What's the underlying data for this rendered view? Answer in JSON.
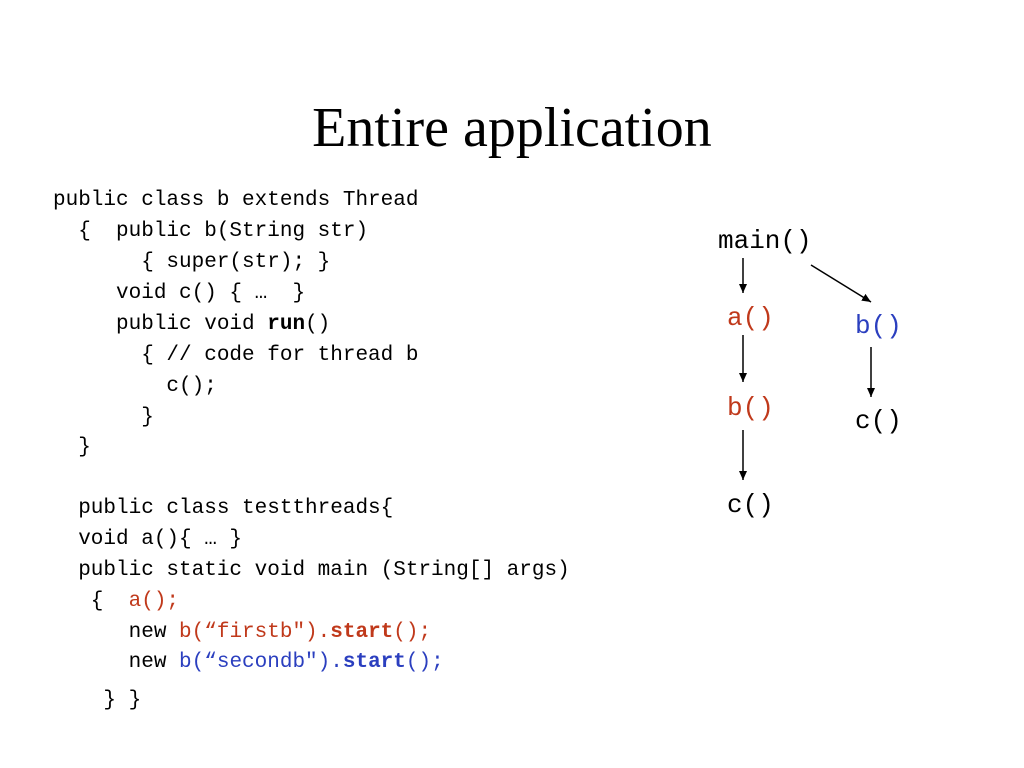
{
  "title": "Entire application",
  "code": {
    "l1": "public class b extends Thread",
    "l2": "  {  public b(String str)",
    "l3": "       { super(str); }",
    "l4": "     void c() { …  }",
    "l5_a": "     public void ",
    "l5_b": "run",
    "l5_c": "()",
    "l6": "       { // code for thread b",
    "l7": "         c();",
    "l8": "       }",
    "l9": "  }",
    "l10": "  public class testthreads{",
    "l11": "  void a(){ … }",
    "l12": "  public static void main (String[] args)",
    "l13_a": "   {  ",
    "l13_b": "a();",
    "l14_a": "      new ",
    "l14_b": "b(“firstb\").",
    "l14_c": "start",
    "l14_d": "();",
    "l15_a": "      new ",
    "l15_b": "b(“secondb\").",
    "l15_c": "start",
    "l15_d": "();",
    "l16": "    } }"
  },
  "diagram": {
    "main": "main()",
    "a": "a()",
    "b1": "b()",
    "c1": "c()",
    "b2": "b()",
    "c2": "c()"
  },
  "colors": {
    "red": "#c0391b",
    "blue": "#2b3fbf"
  }
}
